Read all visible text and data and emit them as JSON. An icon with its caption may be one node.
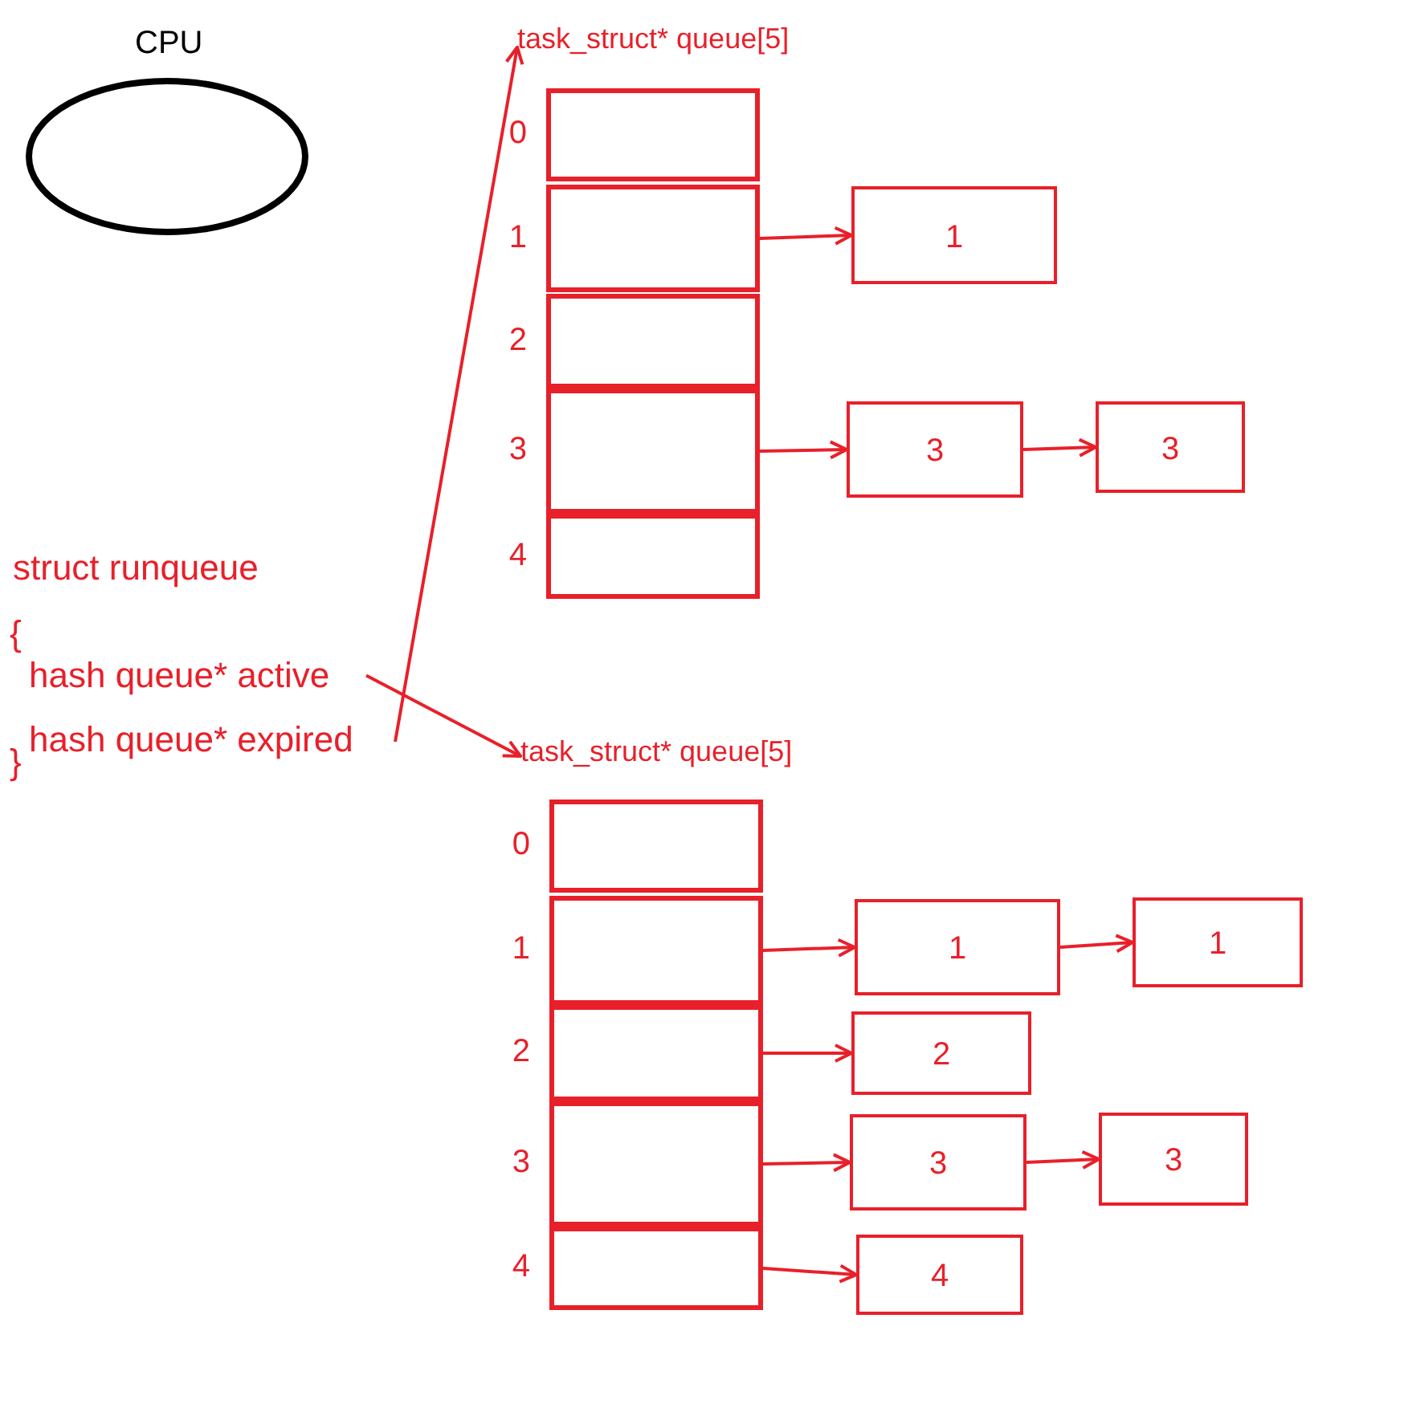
{
  "diagram": {
    "nodes": [
      {
        "text": [
          "CPU"
        ]
      },
      {
        "text": [
          "hash queue* active"
        ]
      },
      {
        "text": [
          "hash queue* expired"
        ]
      },
      {
        "text": [
          "task_struct* queue[5]"
        ]
      },
      {
        "text": [],
        "shape": "box",
        "beside": [
          "0"
        ]
      },
      {
        "text": [],
        "shape": "box",
        "beside": [
          "1"
        ]
      },
      {
        "text": [],
        "shape": "box",
        "beside": [
          "2"
        ]
      },
      {
        "text": [],
        "shape": "box",
        "beside": [
          "3"
        ]
      },
      {
        "text": [],
        "shape": "box",
        "beside": [
          "4"
        ]
      },
      {
        "text": [
          "1"
        ]
      },
      {
        "text": [
          "3"
        ]
      },
      {
        "text": [
          "3"
        ]
      },
      {
        "text": [
          "task_struct* queue[5]"
        ]
      },
      {
        "text": [],
        "shape": "box",
        "beside": [
          "0"
        ]
      },
      {
        "text": [],
        "shape": "box",
        "beside": [
          "1"
        ]
      },
      {
        "text": [],
        "shape": "box",
        "beside": [
          "2"
        ]
      },
      {
        "text": [],
        "shape": "box",
        "beside": [
          "3"
        ]
      },
      {
        "text": [],
        "shape": "box",
        "beside": [
          "4"
        ]
      },
      {
        "text": [
          "1"
        ]
      },
      {
        "text": [
          "1"
        ]
      },
      {
        "text": [
          "2"
        ]
      },
      {
        "text": [
          "3"
        ]
      },
      {
        "text": [
          "3"
        ]
      },
      {
        "text": [
          "4"
        ]
      }
    ],
    "edges": [
      {
        "from": 1,
        "to": 12,
        "arrow": "to"
      },
      {
        "from": 2,
        "to": 3,
        "arrow": "to"
      },
      {
        "from": 5,
        "to": 9,
        "arrow": "to"
      },
      {
        "from": 7,
        "to": 10,
        "arrow": "to"
      },
      {
        "from": 10,
        "to": 11,
        "arrow": "to"
      },
      {
        "from": 14,
        "to": 18,
        "arrow": "to"
      },
      {
        "from": 18,
        "to": 19,
        "arrow": "to"
      },
      {
        "from": 15,
        "to": 20,
        "arrow": "to"
      },
      {
        "from": 16,
        "to": 21,
        "arrow": "to"
      },
      {
        "from": 21,
        "to": 22,
        "arrow": "to"
      },
      {
        "from": 17,
        "to": 23,
        "arrow": "to"
      }
    ],
    "labels": [
      "struct runqueue",
      "{",
      "}"
    ]
  }
}
